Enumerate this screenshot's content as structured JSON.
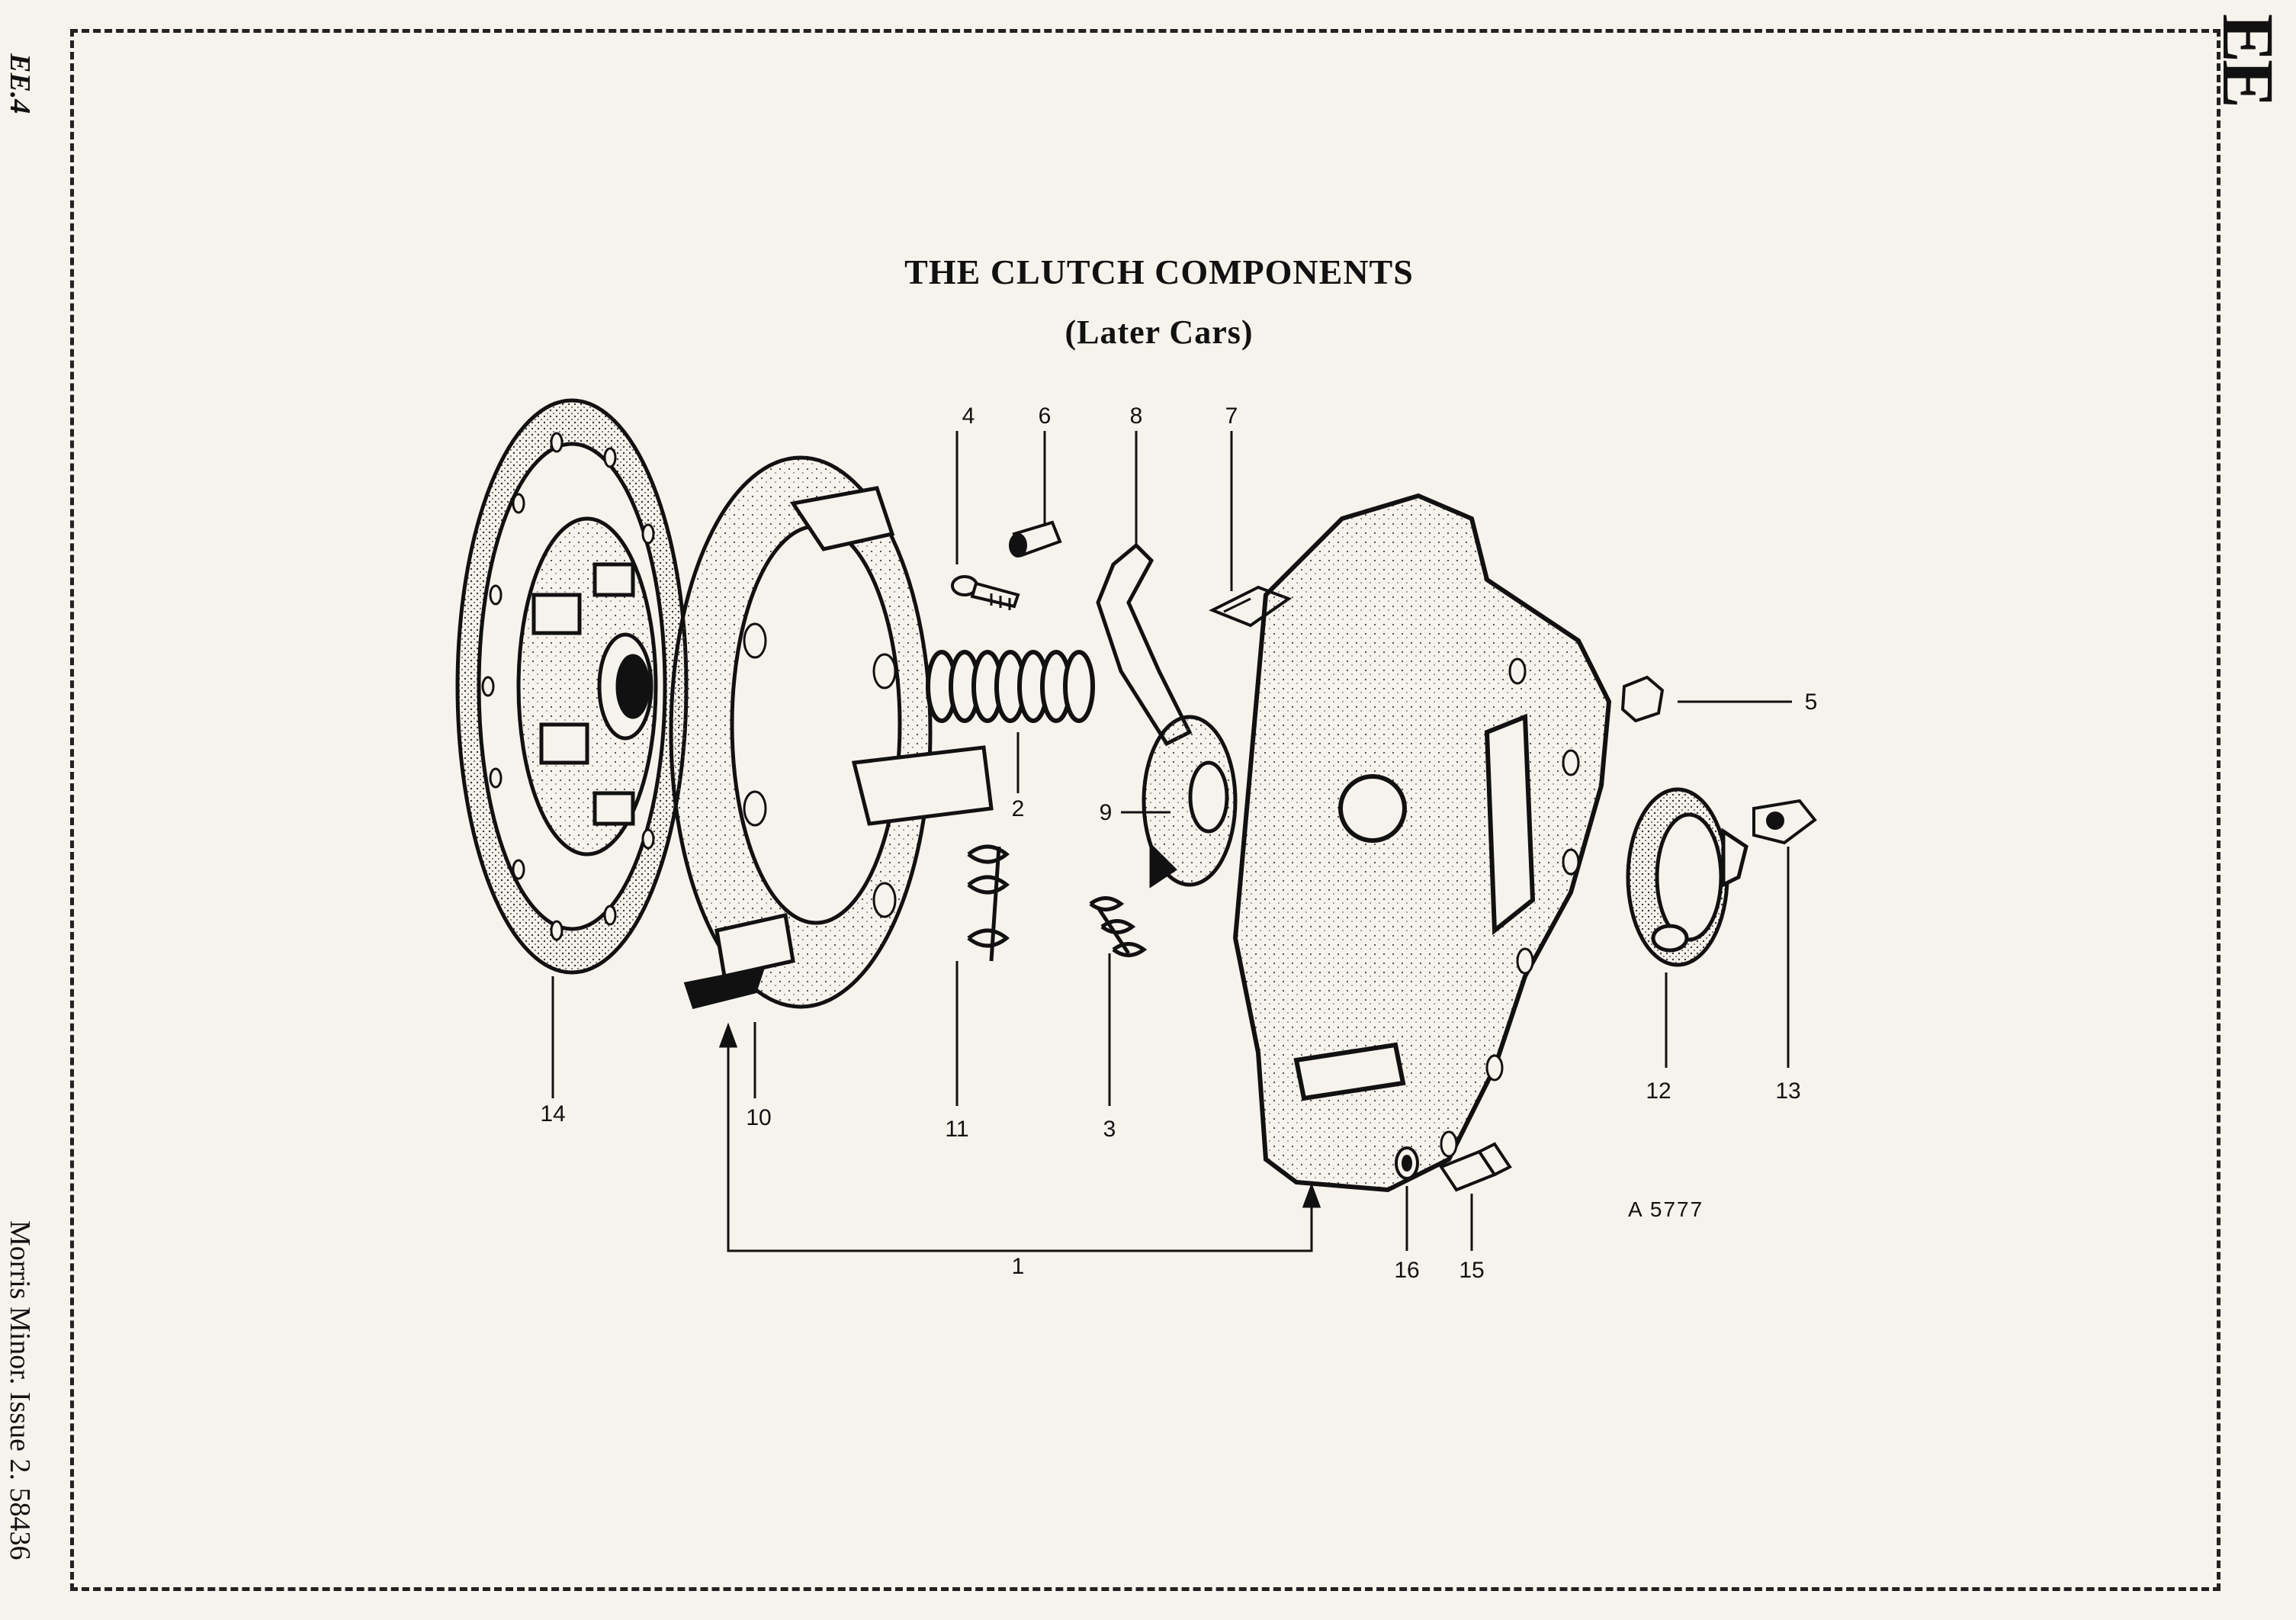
{
  "page": {
    "section_tab": "EE",
    "page_number": "EE.4",
    "footer": "Morris Minor.   Issue 2.  58436"
  },
  "diagram": {
    "title": "THE CLUTCH COMPONENTS",
    "subtitle": "(Later Cars)",
    "reference": "A 5777",
    "callouts": [
      "1",
      "2",
      "3",
      "4",
      "5",
      "6",
      "7",
      "8",
      "9",
      "10",
      "11",
      "12",
      "13",
      "14",
      "15",
      "16"
    ]
  },
  "colors": {
    "ink": "#111111",
    "paper": "#f6f3ec"
  }
}
